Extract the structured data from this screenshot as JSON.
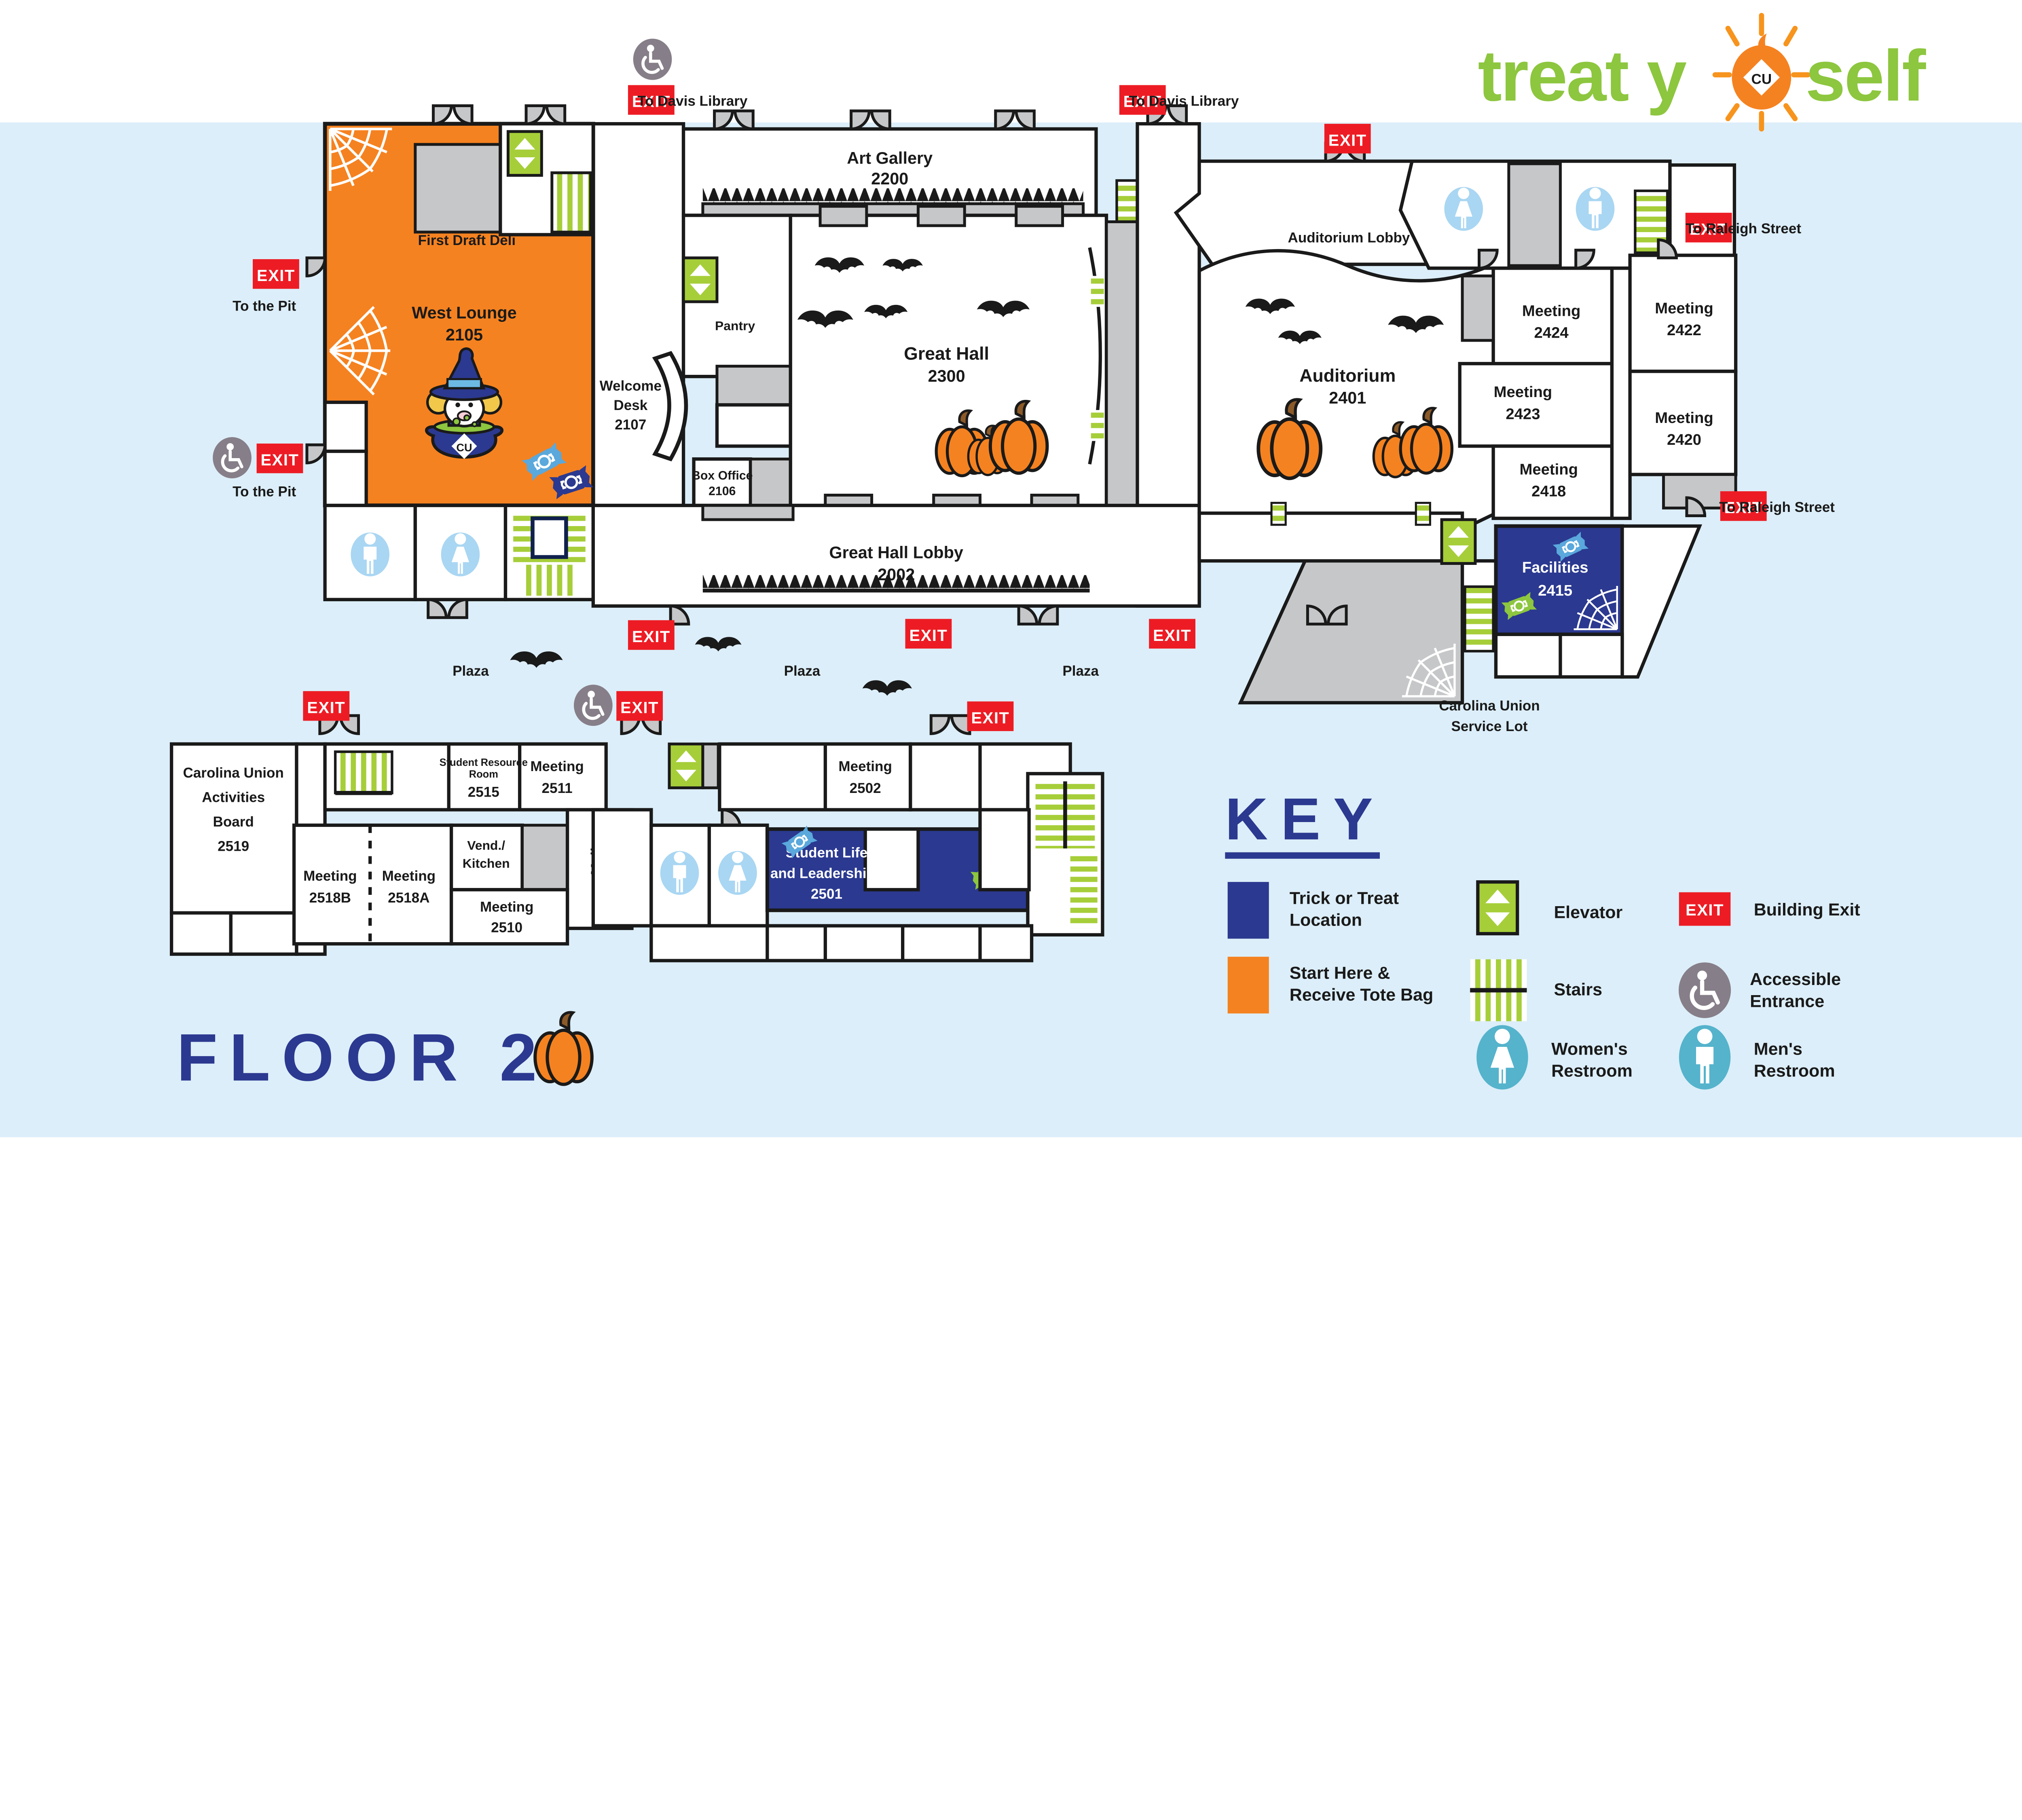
{
  "logo": {
    "part1": "treat y",
    "part2": "self",
    "badge": "CU"
  },
  "floor": {
    "label": "FLOOR 2"
  },
  "key": {
    "title": "KEY",
    "trick1": "Trick or Treat",
    "trick2": "Location",
    "start1": "Start Here &",
    "start2": "Receive Tote Bag",
    "elevator": "Elevator",
    "stairs": "Stairs",
    "exit": "Building Exit",
    "acc1": "Accessible",
    "acc2": "Entrance",
    "women1": "Women's",
    "women2": "Restroom",
    "men1": "Men's",
    "men2": "Restroom"
  },
  "signs": {
    "exit": "EXIT",
    "davis": "To Davis Library",
    "pit": "To the Pit",
    "raleigh": "To Raleigh Street",
    "plaza": "Plaza",
    "service1": "Carolina Union",
    "service2": "Service Lot"
  },
  "rooms": {
    "meeting": "Meeting",
    "west_lounge": "West Lounge",
    "west_lounge_num": "2105",
    "deli": "First Draft Deli",
    "welcome1": "Welcome",
    "welcome2": "Desk",
    "welcome_num": "2107",
    "pantry": "Pantry",
    "box1": "Box Office",
    "box_num": "2106",
    "gallery": "Art Gallery",
    "gallery_num": "2200",
    "great_hall": "Great Hall",
    "great_hall_num": "2300",
    "lobby": "Great Hall Lobby",
    "lobby_num": "2002",
    "aud_lobby": "Auditorium Lobby",
    "aud": "Auditorium",
    "aud_num": "2401",
    "n2424": "2424",
    "n2423": "2423",
    "n2422": "2422",
    "n2420": "2420",
    "n2418": "2418",
    "fac": "Facilities",
    "fac_num": "2415",
    "cuab1": "Carolina Union",
    "cuab2": "Activities",
    "cuab3": "Board",
    "cuab_num": "2519",
    "srr1": "Student Resource",
    "srr2": "Room",
    "srr_num": "2515",
    "n2511": "2511",
    "n2502": "2502",
    "n2518b": "2518B",
    "n2518a": "2518A",
    "n2510": "2510",
    "vend1": "Vend./",
    "vend2": "Kitchen",
    "mail": "Mail",
    "sll1": "Student Life",
    "sll2": "and Leadership",
    "sll_num": "2501"
  }
}
